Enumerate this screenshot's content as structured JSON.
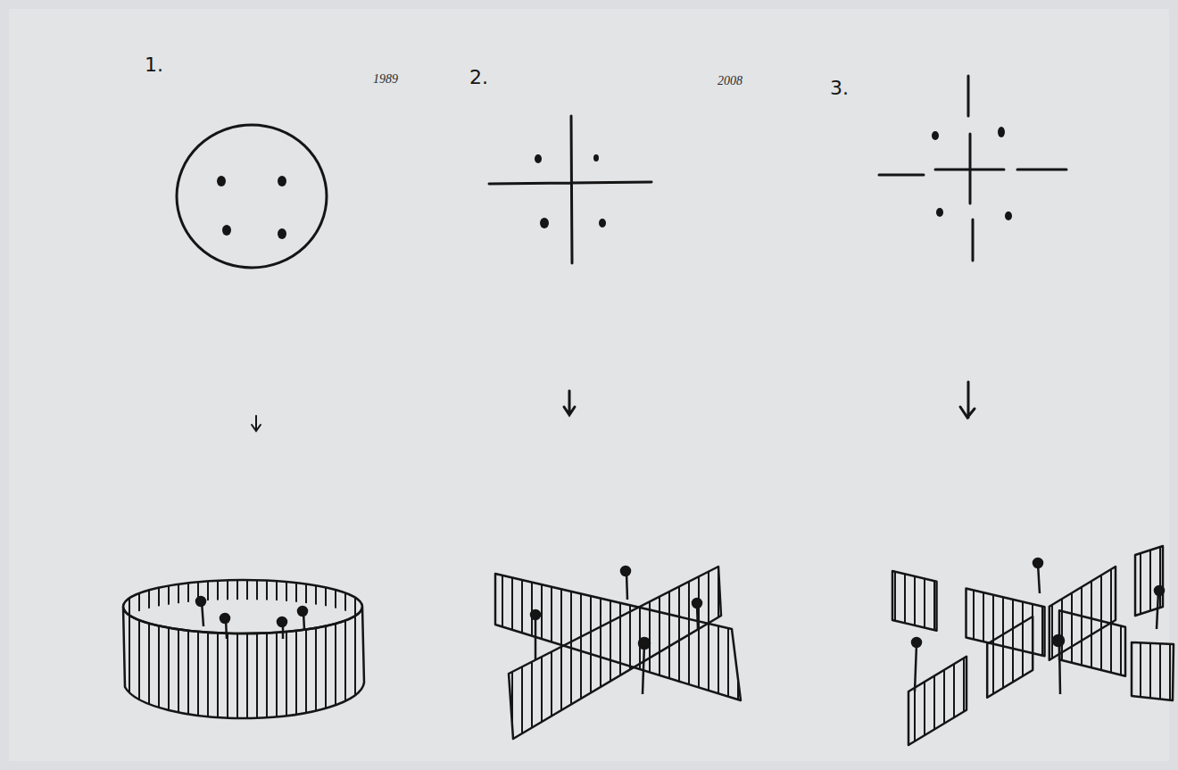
{
  "diagram": {
    "labels": [
      "1.",
      "1989",
      "2.",
      "2008",
      "3."
    ]
  }
}
